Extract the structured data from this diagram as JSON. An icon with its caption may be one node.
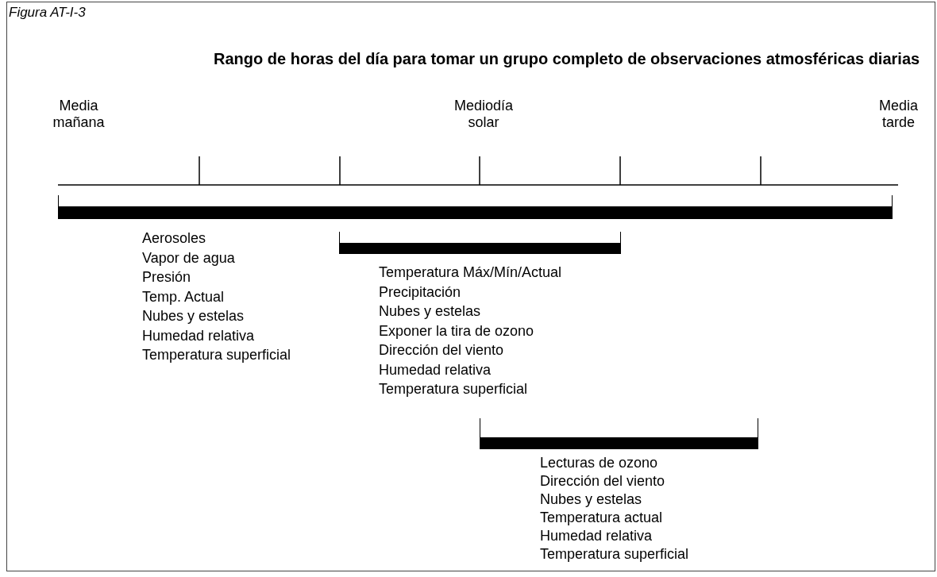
{
  "diagram": {
    "title": "Rango de horas del día para tomar un grupo completo de observaciones atmosféricas diarias",
    "caption": "Figura AT-I-3",
    "labels": [
      "Media mañana",
      "Mediodía solar",
      "Media tarde"
    ],
    "nodes": [
      {
        "text": [],
        "shape": "bar",
        "beside": [
          "Aerosoles",
          "Vapor de agua",
          "Presión",
          "Temp. Actual",
          "Nubes y estelas",
          "Humedad relativa",
          "Temperatura superficial"
        ]
      },
      {
        "text": [],
        "shape": "bar",
        "beside": [
          "Temperatura Máx/Mín/Actual",
          "Precipitación",
          "Nubes y estelas",
          "Exponer la tira de ozono",
          "Dirección del viento",
          "Humedad relativa",
          "Temperatura superficial"
        ]
      },
      {
        "text": [],
        "shape": "bar",
        "beside": [
          "Lecturas de ozono",
          "Dirección del viento",
          "Nubes y estelas",
          "Temperatura actual",
          "Humedad relativa",
          "Temperatura superficial"
        ]
      }
    ],
    "edges": []
  }
}
